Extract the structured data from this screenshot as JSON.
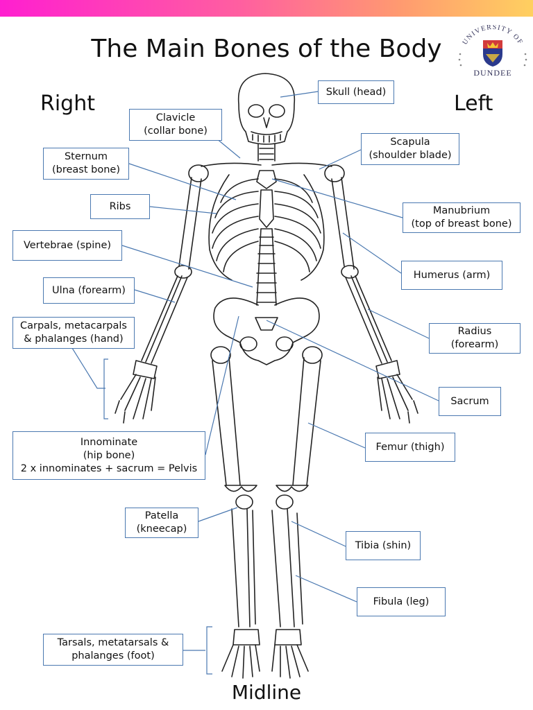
{
  "title": "The Main Bones of the Body",
  "side_right": "Right",
  "side_left": "Left",
  "midline": "Midline",
  "logo": {
    "arc_text": "UNIVERSITY OF",
    "name": "DUNDEE"
  },
  "labels": {
    "skull": [
      "Skull (head)"
    ],
    "clavicle": [
      "Clavicle",
      "(collar bone)"
    ],
    "scapula": [
      "Scapula",
      "(shoulder blade)"
    ],
    "sternum": [
      "Sternum",
      "(breast bone)"
    ],
    "ribs": [
      "Ribs"
    ],
    "manubrium": [
      "Manubrium",
      "(top of breast bone)"
    ],
    "vertebrae": [
      "Vertebrae (spine)"
    ],
    "humerus": [
      "Humerus (arm)"
    ],
    "ulna": [
      "Ulna  (forearm)"
    ],
    "radius": [
      "Radius",
      "(forearm)"
    ],
    "carpals": [
      "Carpals, metacarpals",
      "& phalanges (hand)"
    ],
    "sacrum": [
      "Sacrum"
    ],
    "innominate": [
      "Innominate",
      "(hip bone)",
      "2 x innominates + sacrum = Pelvis"
    ],
    "femur": [
      "Femur (thigh)"
    ],
    "patella": [
      "Patella",
      "(kneecap)"
    ],
    "tibia": [
      "Tibia (shin)"
    ],
    "fibula": [
      "Fibula (leg)"
    ],
    "tarsals": [
      "Tarsals, metatarsals &",
      "phalanges (foot)"
    ]
  },
  "colors": {
    "box_border": "#4a78b0",
    "leader": "#4a78b0",
    "bone_line": "#222222"
  }
}
